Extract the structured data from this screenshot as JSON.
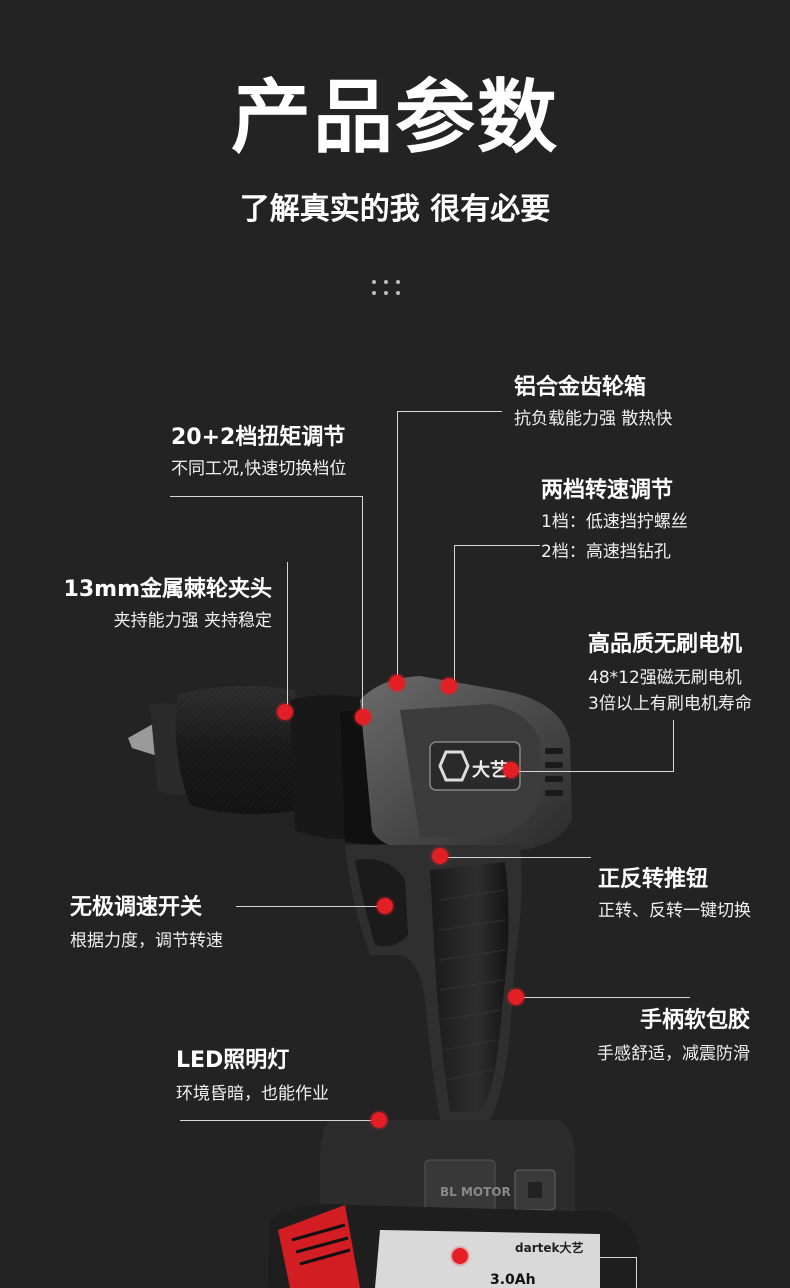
{
  "header": {
    "title": "产品参数",
    "subtitle": "了解真实的我 很有必要"
  },
  "product": {
    "brand_logo_text": "大艺",
    "motor_badge": "BL MOTOR",
    "battery_brand": "dartek大艺",
    "battery_capacity": "3.0Ah"
  },
  "features": [
    {
      "title": "铝合金齿轮箱",
      "lines": [
        "抗负载能力强 散热快"
      ]
    },
    {
      "title": "20+2档扭矩调节",
      "lines": [
        "不同工况,快速切换档位"
      ]
    },
    {
      "title": "两档转速调节",
      "lines": [
        "1档：低速挡拧螺丝",
        "2档：高速挡钻孔"
      ]
    },
    {
      "title": "13mm金属棘轮夹头",
      "lines": [
        "夹持能力强 夹持稳定"
      ]
    },
    {
      "title": "高品质无刷电机",
      "lines": [
        "48*12强磁无刷电机",
        "3倍以上有刷电机寿命"
      ]
    },
    {
      "title": "正反转推钮",
      "lines": [
        "正转、反转一键切换"
      ]
    },
    {
      "title": "无极调速开关",
      "lines": [
        "根据力度，调节转速"
      ]
    },
    {
      "title": "手柄软包胶",
      "lines": [
        "手感舒适，减震防滑"
      ]
    },
    {
      "title": "LED照明灯",
      "lines": [
        "环境昏暗，也能作业"
      ]
    }
  ],
  "colors": {
    "background": "#232323",
    "accent_dot": "#e41e25",
    "text": "#ffffff",
    "leader_line": "#d6d6d6"
  }
}
